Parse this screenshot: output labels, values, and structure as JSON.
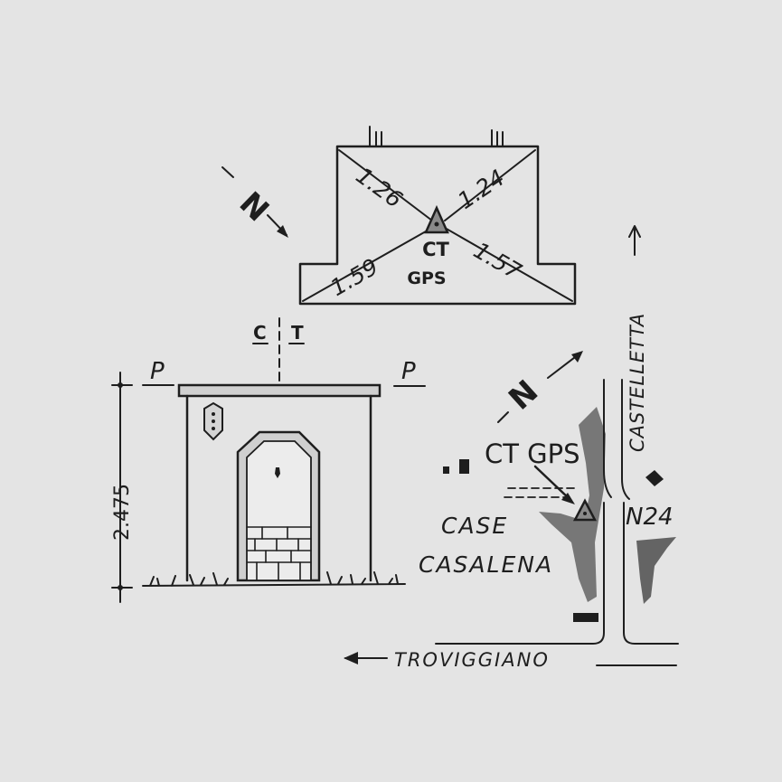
{
  "plan": {
    "dist_top_left": "1.26",
    "dist_top_right": "1.24",
    "dist_bottom_left": "1.59",
    "dist_bottom_right": "1.57",
    "marker_label_1": "CT",
    "marker_label_2": "GPS",
    "north": "N"
  },
  "elevation": {
    "section_c": "C",
    "section_t": "T",
    "plane_left": "P",
    "plane_right": "P",
    "height_dim": "2.475"
  },
  "location": {
    "north": "N",
    "station_label": "CT GPS",
    "place_line_1": "CASE",
    "place_line_2": "CASALENA",
    "road_north": "CASTELLETTA",
    "road_number": "N24",
    "road_west": "TROVIGGIANO"
  },
  "colors": {
    "paper": "#e4e4e4",
    "ink": "#1e1e1e"
  }
}
